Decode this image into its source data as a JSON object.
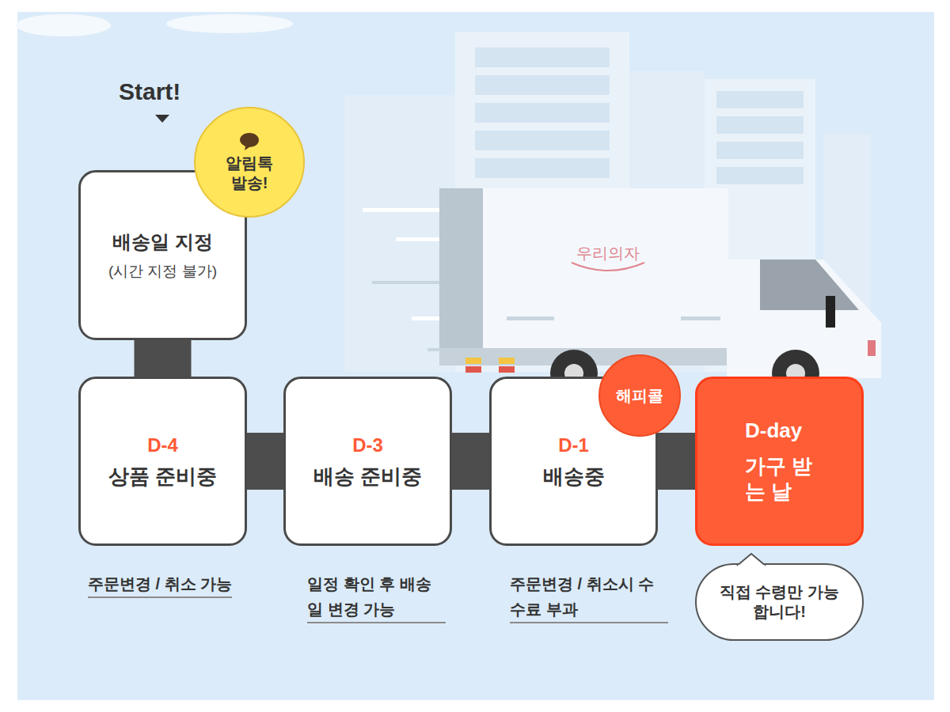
{
  "diagram": {
    "nodes": [
      {
        "text": [
          "배송일 지정",
          "(시간 지정 불가)"
        ]
      },
      {
        "text": [
          "알림톡 발송!"
        ]
      },
      {
        "text": [
          "D-4",
          "상품 준비중"
        ]
      },
      {
        "text": [
          "D-3",
          "배송 준비중"
        ]
      },
      {
        "text": [
          "D-1",
          "배송중"
        ]
      },
      {
        "text": [
          "해피콜"
        ]
      },
      {
        "text": [
          "D-day",
          "가구 받는 날"
        ]
      },
      {
        "text": [
          "직접 수령만 가능합니다!"
        ]
      }
    ],
    "edges": [
      {
        "from": 0,
        "to": 2,
        "arrow": "none"
      },
      {
        "from": 2,
        "to": 3,
        "arrow": "none"
      },
      {
        "from": 3,
        "to": 4,
        "arrow": "none"
      },
      {
        "from": 4,
        "to": 6,
        "arrow": "none"
      }
    ],
    "labels": [
      "Start!",
      "우리의자",
      "주문변경 / 취소 가능",
      "일정 확인 후 배송일 변경 가능",
      "주문변경 / 취소시 수수료 부과"
    ]
  }
}
